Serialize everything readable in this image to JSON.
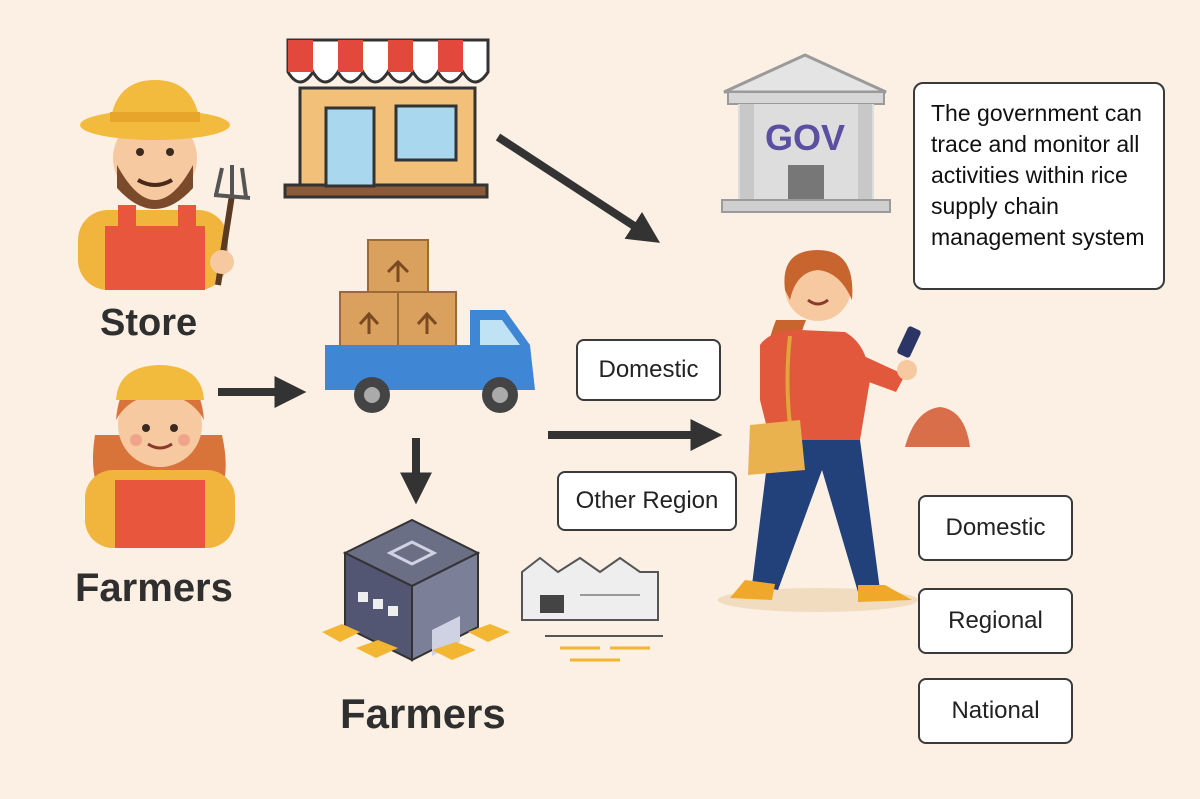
{
  "labels": {
    "store": "Store",
    "farmers_left": "Farmers",
    "farmers_bottom": "Farmers",
    "gov_sign": "GOV"
  },
  "tags": {
    "domestic_mid": "Domestic",
    "other_region": "Other Region",
    "domestic_right": "Domestic",
    "regional": "Regional",
    "national": "National"
  },
  "note": {
    "text": "The government can trace and monitor all activities within rice supply chain management system"
  },
  "colors": {
    "background": "#fbf0e3",
    "arrow": "#333333",
    "awning_red": "#e2483b",
    "truck_blue": "#3f86d4",
    "box_tan": "#d9a05e",
    "shirt_red": "#e1583c",
    "hat_yellow": "#f2bb3e"
  }
}
